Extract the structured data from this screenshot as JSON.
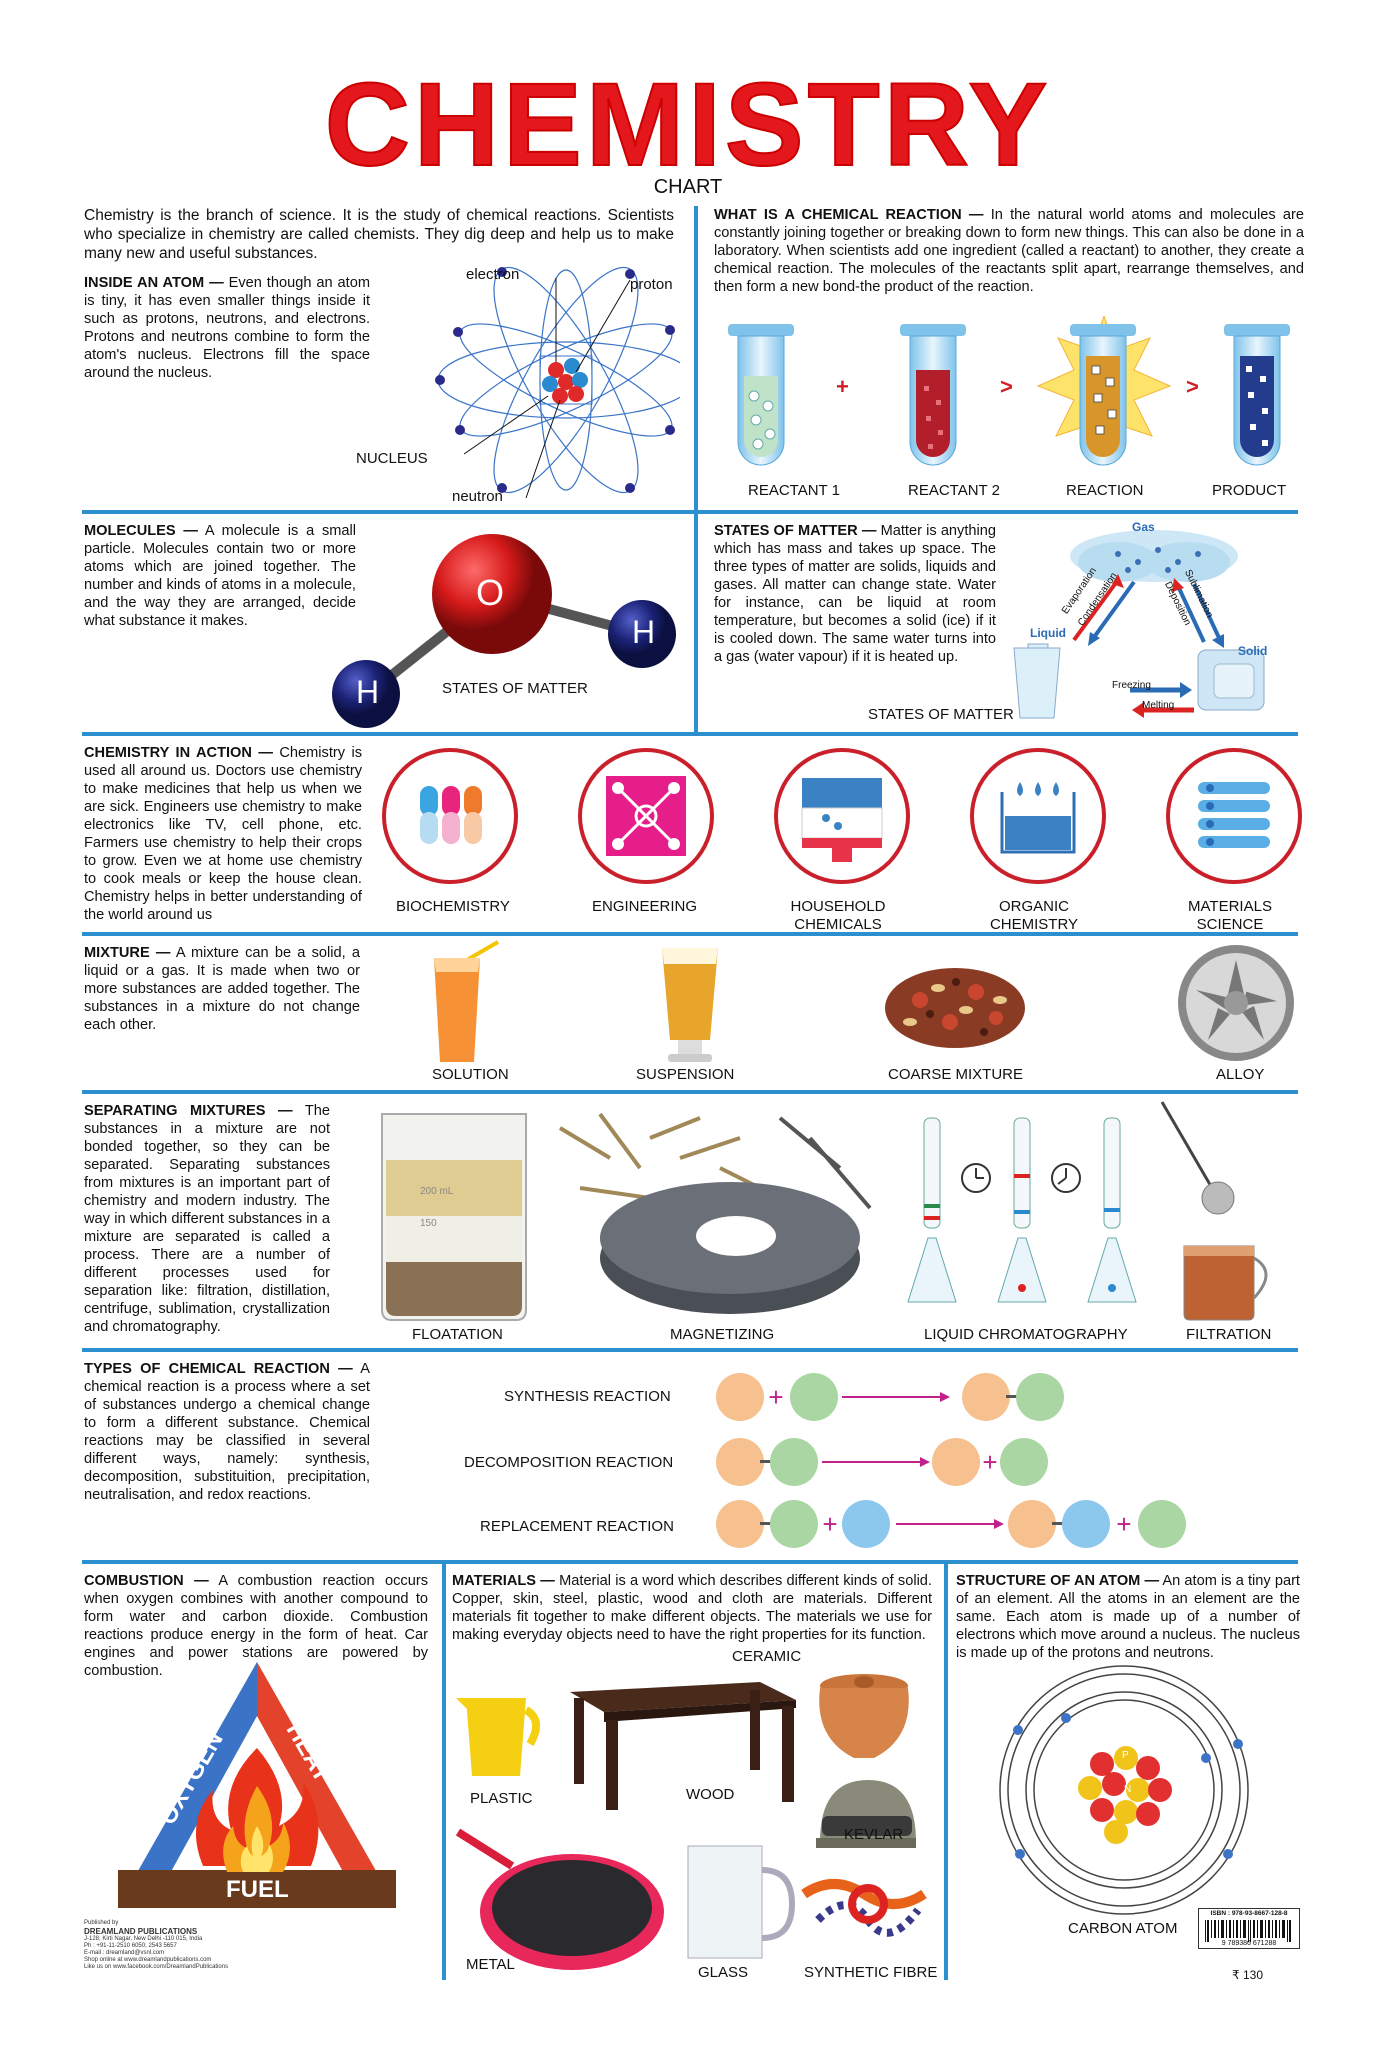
{
  "header": {
    "title": "CHEMISTRY",
    "subtitle": "CHART"
  },
  "intro": "Chemistry is the branch of science. It is the study of chemical reactions. Scientists who specialize in chemistry are called chemists. They dig deep and help us to make many new and useful substances.",
  "atom": {
    "heading": "INSIDE AN ATOM —",
    "text": " Even though an atom is tiny, it has even smaller things inside it such as protons, neutrons, and electrons. Protons and neutrons combine to form the atom's nucleus. Electrons fill the space around the nucleus.",
    "labels": {
      "electron": "electron",
      "proton": "proton",
      "nucleus": "NUCLEUS",
      "neutron": "neutron"
    }
  },
  "reaction": {
    "heading": "WHAT IS A CHEMICAL REACTION —",
    "text": " In the natural world atoms and molecules are constantly joining together or breaking down to form new things. This can also be done in a laboratory. When scientists add one ingredient (called a reactant) to another, they create a chemical reaction. The molecules of the reactants split apart, rearrange themselves, and then form a new bond-the product of the reaction.",
    "labels": [
      "REACTANT 1",
      "REACTANT 2",
      "REACTION",
      "PRODUCT"
    ],
    "ops": [
      "+",
      ">",
      ">"
    ]
  },
  "molecules": {
    "heading": "MOLECULES —",
    "text": " A molecule is a small particle. Molecules contain two or more atoms which are joined together. The number and kinds of atoms in a molecule, and the way they are arranged, decide what substance it makes.",
    "atoms": [
      "O",
      "H",
      "H"
    ],
    "caption": "STATES OF MATTER"
  },
  "states": {
    "heading": "STATES OF MATTER —",
    "text": " Matter is anything which has mass and takes up space. The three types of matter are solids, liquids and gases. All matter can change state. Water for instance, can be liquid at room temperature, but becomes a solid (ice) if it is cooled down. The same water turns into a gas (water vapour) if it is heated up.",
    "caption": "STATES OF MATTER",
    "labels": {
      "gas": "Gas",
      "liquid": "Liquid",
      "solid": "Solid",
      "evaporation": "Evaporation",
      "condensation": "Condensation",
      "deposition": "Deposition",
      "sublimation": "Sublimation",
      "freezing": "Freezing",
      "melting": "Melting"
    }
  },
  "action": {
    "heading": "CHEMISTRY IN ACTION —",
    "text": " Chemistry is used all around us. Doctors use chemistry to make medicines that help us when we are sick. Engineers use chemistry to make electronics like TV, cell phone, etc. Farmers use chemistry to help their crops to grow. Even we at home use chemistry to cook meals or keep the house clean. Chemistry helps in better understanding of the world around us",
    "items": [
      {
        "line1": "BIOCHEMISTRY",
        "line2": ""
      },
      {
        "line1": "ENGINEERING",
        "line2": ""
      },
      {
        "line1": "HOUSEHOLD",
        "line2": "CHEMICALS"
      },
      {
        "line1": "ORGANIC",
        "line2": "CHEMISTRY"
      },
      {
        "line1": "MATERIALS",
        "line2": "SCIENCE"
      }
    ]
  },
  "mixture": {
    "heading": "MIXTURE —",
    "text": " A mixture can be a solid, a liquid or a gas. It is made when two or more substances are added together. The substances in a mixture do not change each other.",
    "items": [
      "SOLUTION",
      "SUSPENSION",
      "COARSE MIXTURE",
      "ALLOY"
    ]
  },
  "separating": {
    "heading": "SEPARATING MIXTURES —",
    "text": " The substances in a mixture are not bonded together, so they can be separated. Separating substances from mixtures is an important part of chemistry and modern industry. The way in which different substances in a mixture are separated is called a process. There are a number of different processes used for separation like: filtration, distillation, centrifuge, sublimation, crystallization and chromatography.",
    "items": [
      "FLOATATION",
      "MAGNETIZING",
      "LIQUID CHROMATOGRAPHY",
      "FILTRATION"
    ],
    "beaker_marks": [
      "200 mL",
      "150"
    ]
  },
  "types": {
    "heading": "TYPES OF CHEMICAL REACTION —",
    "text": " A chemical reaction is a process where a set of substances undergo a chemical change to form a different substance. Chemical reactions may be classified in several different ways, namely: synthesis, decomposition, substituition, precipitation, neutralisation, and redox reactions.",
    "rows": [
      "SYNTHESIS REACTION",
      "DECOMPOSITION REACTION",
      "REPLACEMENT REACTION"
    ]
  },
  "combustion": {
    "heading": "COMBUSTION —",
    "text": " A combustion reaction occurs when oxygen combines with another compound to form water and carbon dioxide. Combustion reactions produce energy in the form of heat. Car engines and power stations are powered by combustion.",
    "triangle": {
      "left": "OXYGEN",
      "right": "HEAT",
      "bottom": "FUEL"
    }
  },
  "materials": {
    "heading": "MATERIALS —",
    "text": " Material is a word which describes different kinds of solid. Copper, skin, steel, plastic, wood and cloth are materials. Different materials fit together to make different objects. The materials we use for making everyday objects need to have the right properties for its function.",
    "items": {
      "ceramic": "CERAMIC",
      "plastic": "PLASTIC",
      "wood": "WOOD",
      "kevlar": "KEVLAR",
      "metal": "METAL",
      "glass": "GLASS",
      "synthetic": "SYNTHETIC FIBRE"
    }
  },
  "structure": {
    "heading": "STRUCTURE OF AN ATOM —",
    "text": " An atom is a tiny part of an element. All the atoms in an element are the same. Each atom is made up of a number of electrons which move around a nucleus. The nucleus is made up of the protons and neutrons.",
    "caption": "CARBON ATOM",
    "particles": [
      "P",
      "N"
    ]
  },
  "publisher": {
    "label": "Published by",
    "name": "DREAMLAND PUBLICATIONS",
    "lines": [
      "J-128, Kirti Nagar, New Delhi -110 015, India",
      "Ph : +91-11-2510 6050, 2543 5657",
      "E-mail : dreamland@vsnl.com",
      "Shop online at www.dreamlandpublications.com",
      "Like us on www.facebook.com/DreamlandPublications"
    ]
  },
  "isbn": {
    "label": "ISBN : 978-93-8667-128-8",
    "barcode": "9 789386 671288",
    "price": "₹ 130"
  },
  "colors": {
    "accent": "#e3171c",
    "rule": "#2b8fd0",
    "orange": "#f5c08f",
    "green": "#a8d3a0",
    "blue": "#8cc8ee"
  }
}
